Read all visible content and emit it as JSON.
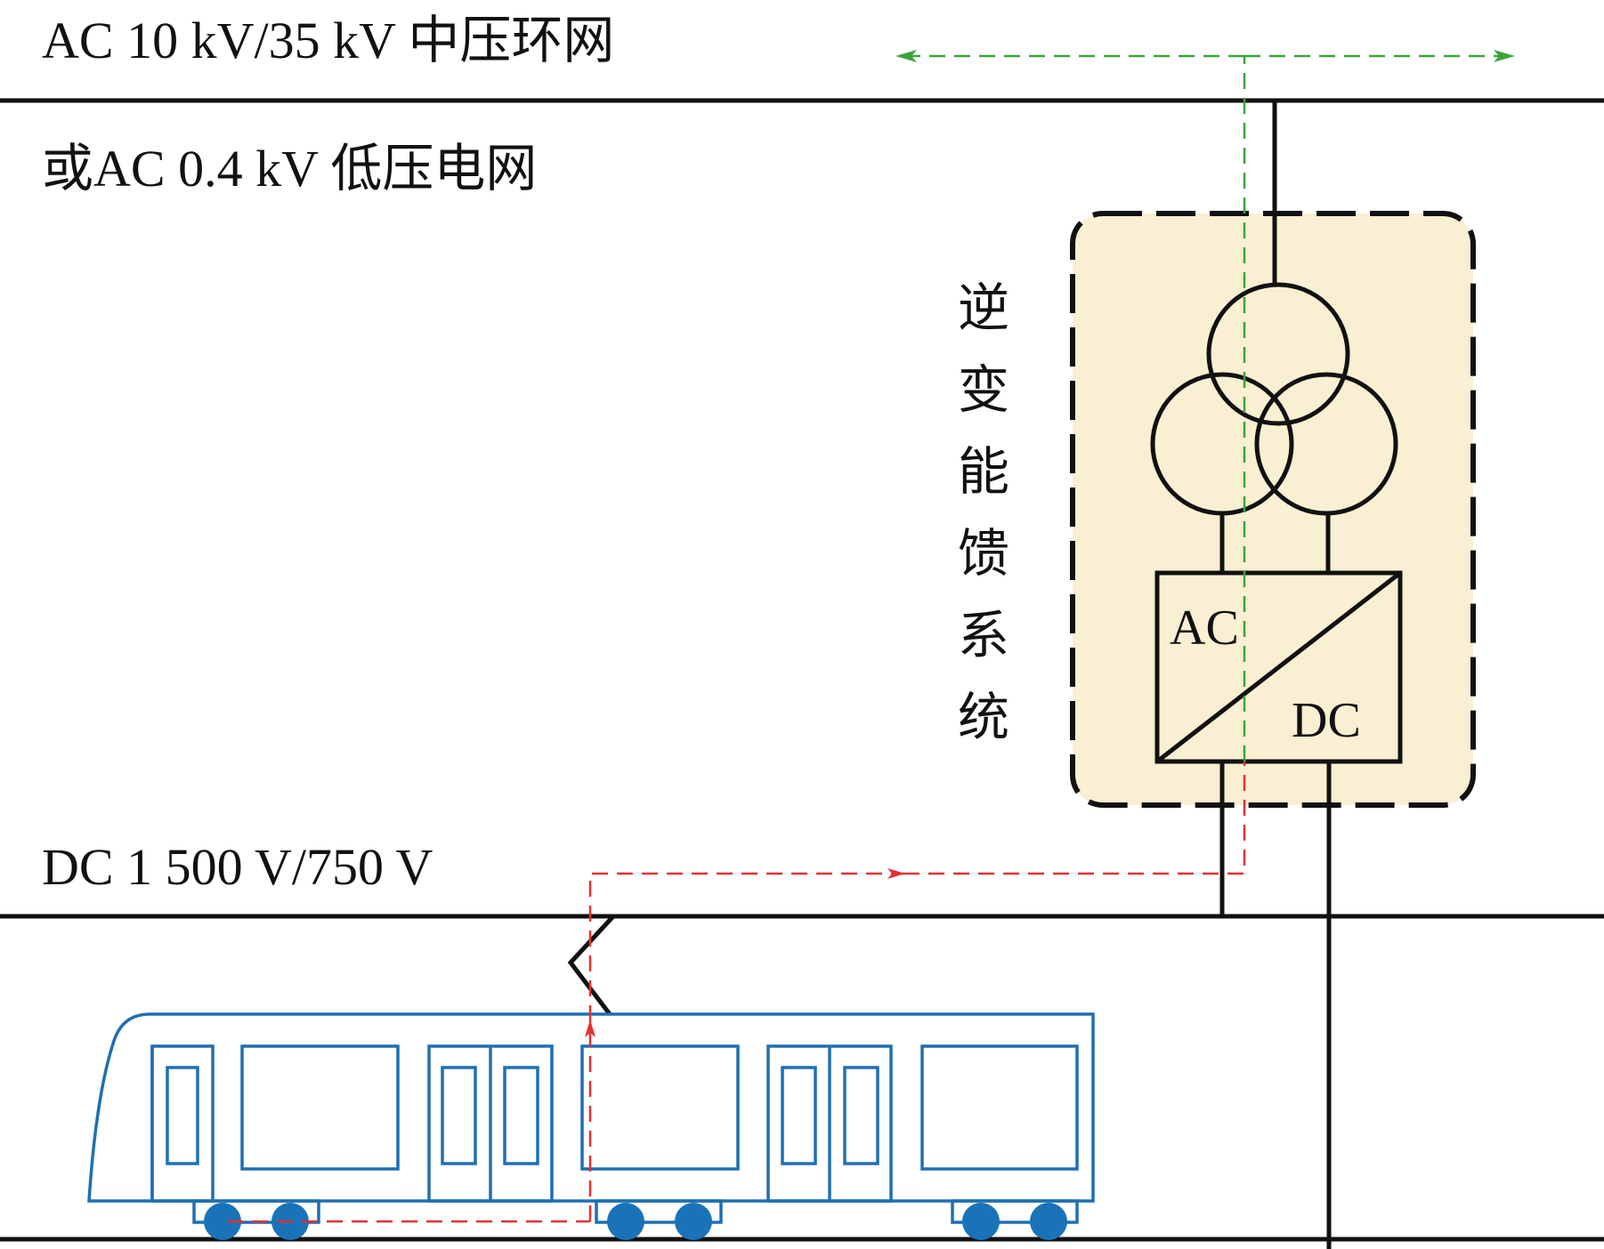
{
  "labels": {
    "ac_grid_line1": "AC 10 kV/35 kV 中压环网",
    "ac_grid_line2": "或AC 0.4 kV 低压电网",
    "dc_bus": "DC 1 500 V/750 V",
    "converter_ac": "AC",
    "converter_dc": "DC"
  },
  "system_title_chars": [
    "逆",
    "变",
    "能",
    "馈",
    "系",
    "统"
  ],
  "colors": {
    "line": "#111111",
    "train": "#1f6fb2",
    "wheel": "#1a73b8",
    "energy_flow": "#e53030",
    "grid_exchange": "#3aa63a",
    "system_fill": "#f9efd2"
  }
}
